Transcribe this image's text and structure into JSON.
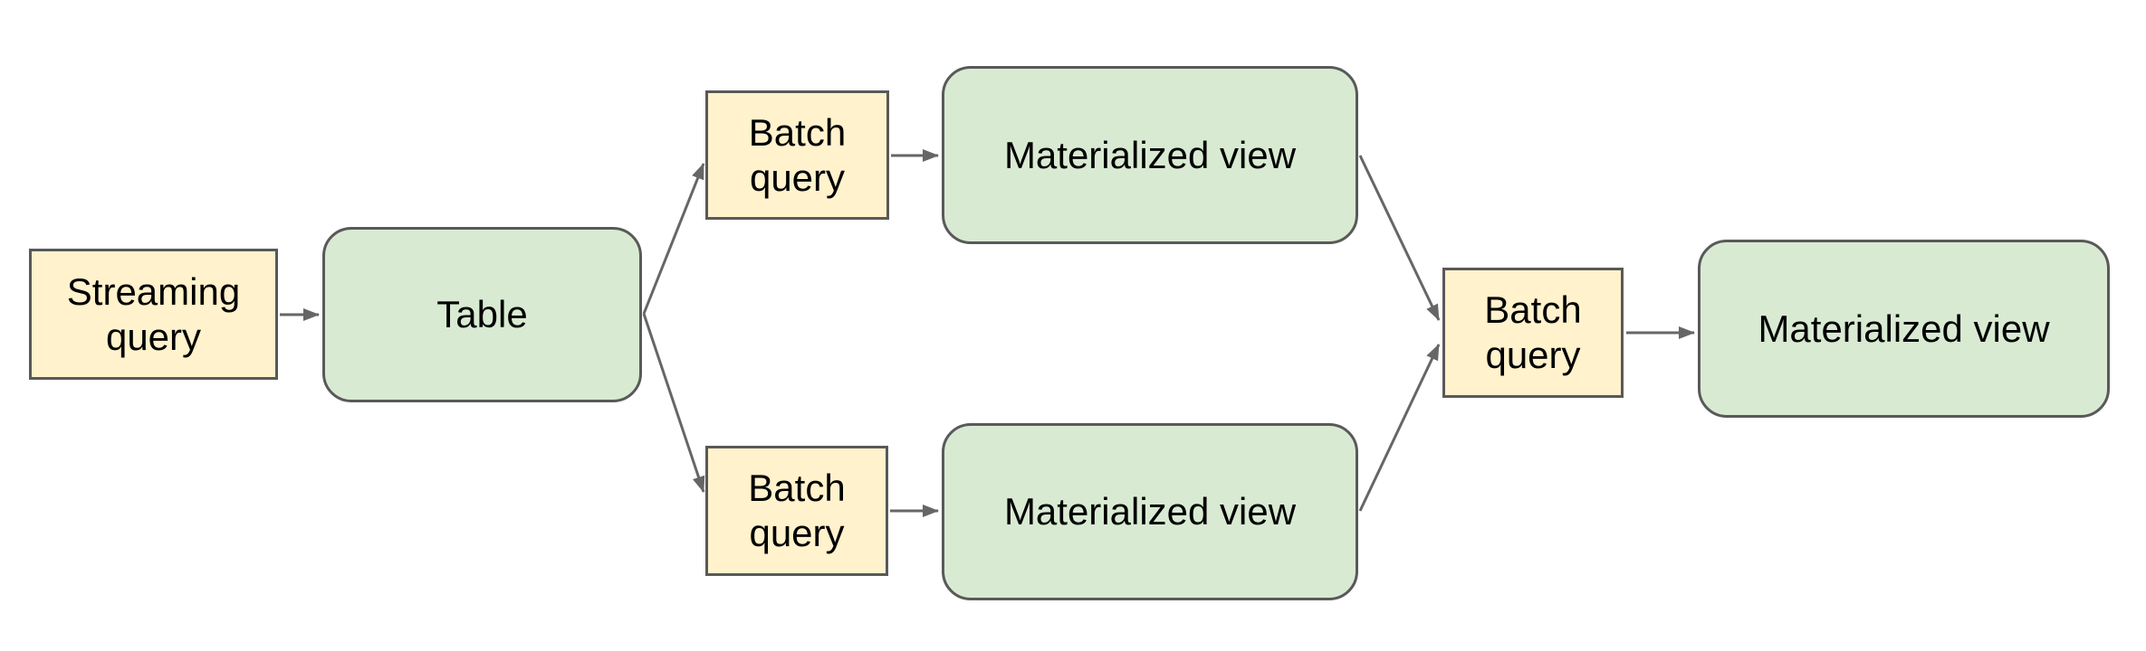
{
  "diagram": {
    "title": "",
    "background_color": "#ffffff",
    "colors": {
      "query_box_fill": "#fff2cc",
      "table_view_fill": "#d9ead3",
      "box_border": "#595959",
      "arrow": "#666666",
      "text": "#000000"
    },
    "nodes": [
      {
        "id": "streaming-query",
        "label": "Streaming query",
        "shape": "rectangle",
        "role": "query"
      },
      {
        "id": "table",
        "label": "Table",
        "shape": "rounded-rectangle",
        "role": "table"
      },
      {
        "id": "batch-query-top",
        "label": "Batch query",
        "shape": "rectangle",
        "role": "query"
      },
      {
        "id": "materialized-view-top",
        "label": "Materialized view",
        "shape": "rounded-rectangle",
        "role": "view"
      },
      {
        "id": "batch-query-bottom",
        "label": "Batch query",
        "shape": "rectangle",
        "role": "query"
      },
      {
        "id": "materialized-view-bottom",
        "label": "Materialized view",
        "shape": "rounded-rectangle",
        "role": "view"
      },
      {
        "id": "batch-query-merge",
        "label": "Batch query",
        "shape": "rectangle",
        "role": "query"
      },
      {
        "id": "materialized-view-final",
        "label": "Materialized view",
        "shape": "rounded-rectangle",
        "role": "view"
      }
    ],
    "edges": [
      {
        "from": "streaming-query",
        "to": "table"
      },
      {
        "from": "table",
        "to": "batch-query-top"
      },
      {
        "from": "table",
        "to": "batch-query-bottom"
      },
      {
        "from": "batch-query-top",
        "to": "materialized-view-top"
      },
      {
        "from": "batch-query-bottom",
        "to": "materialized-view-bottom"
      },
      {
        "from": "materialized-view-top",
        "to": "batch-query-merge"
      },
      {
        "from": "materialized-view-bottom",
        "to": "batch-query-merge"
      },
      {
        "from": "batch-query-merge",
        "to": "materialized-view-final"
      }
    ]
  }
}
